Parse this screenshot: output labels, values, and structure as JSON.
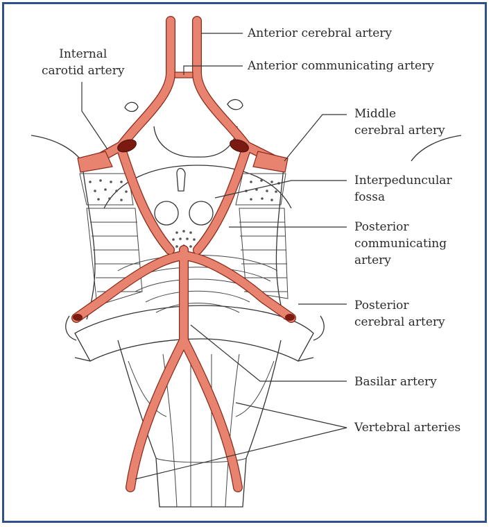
{
  "labels": {
    "anterior_cerebral": "Anterior cerebral artery",
    "anterior_communicating": "Anterior communicating artery",
    "internal_carotid": "Internal\ncarotid artery",
    "middle_cerebral": "Middle\ncerebral artery",
    "interpeduncular": "Interpeduncular\nfossa",
    "posterior_communicating": "Posterior\ncommunicating\nartery",
    "posterior_cerebral": "Posterior\ncerebral artery",
    "basilar": "Basilar artery",
    "vertebral": "Vertebral arteries"
  },
  "colors": {
    "artery_fill": "#e8836f",
    "artery_outline": "#8a2a1c",
    "frame": "#2f4f8f"
  }
}
